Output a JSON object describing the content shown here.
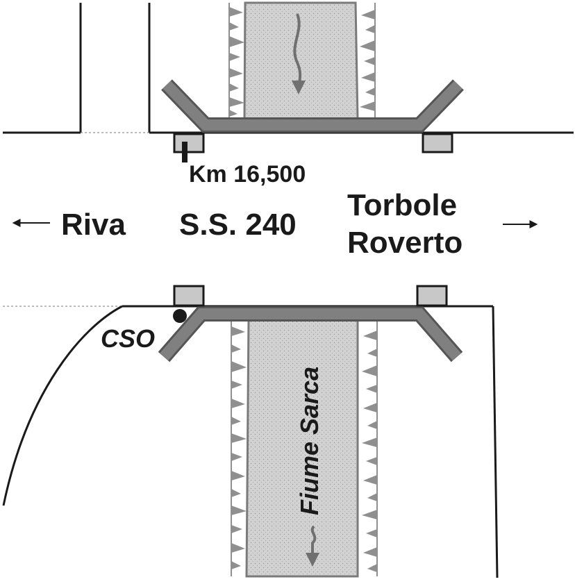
{
  "labels": {
    "km": "Km 16,500",
    "riva": "Riva",
    "road": "S.S. 240",
    "torbole": "Torbole",
    "roverto": "Roverto",
    "cso": "CSO",
    "river": "Fiume Sarca"
  },
  "colors": {
    "ink": "#1a1a1a",
    "bridge": "#808080",
    "bridge_edge": "#555555",
    "pillar": "#c8c8c8",
    "water": "#cfcfcf",
    "water_edge": "#7a7a7a"
  },
  "icons": {
    "left_arrow": "arrow-left-icon",
    "right_arrow": "arrow-right-icon",
    "flow_top": "flow-arrow-icon",
    "flow_bottom": "flow-arrow-icon",
    "cso_marker": "outfall-point-icon"
  }
}
